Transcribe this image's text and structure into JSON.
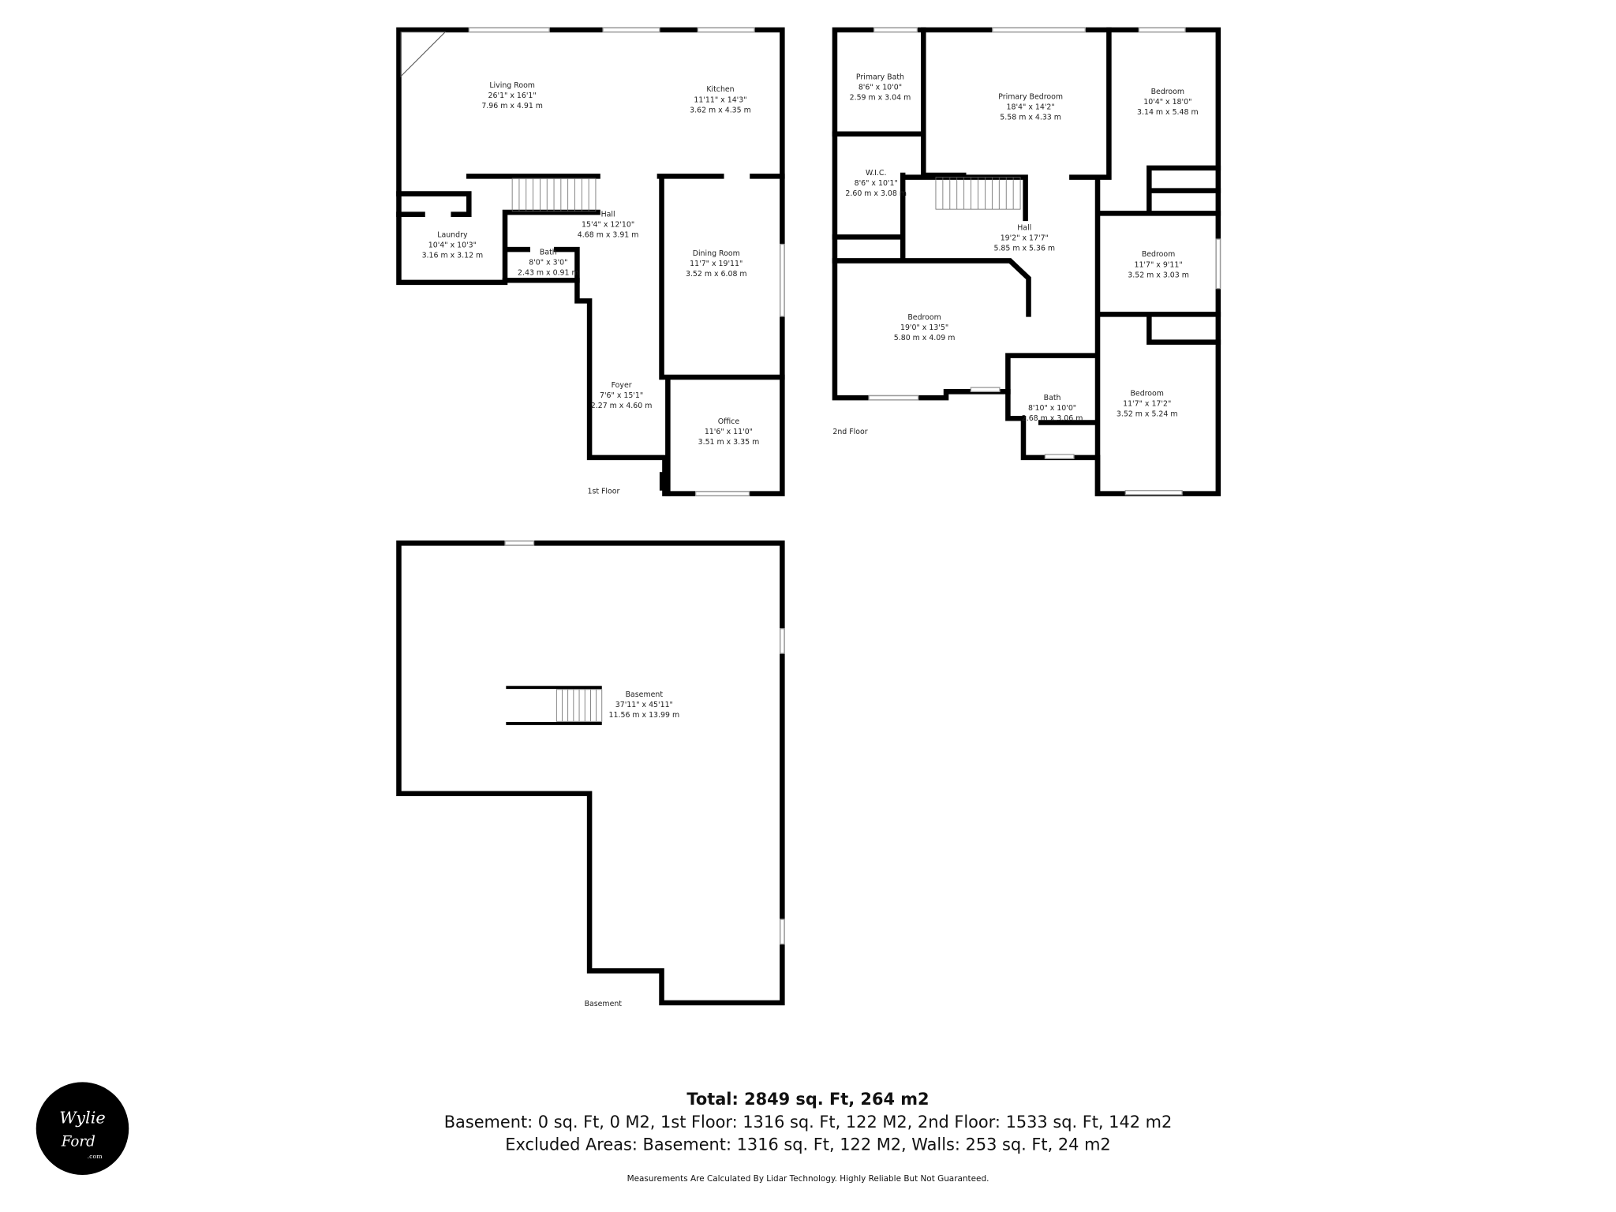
{
  "floors": {
    "first": {
      "label": "1st Floor",
      "rooms": [
        {
          "name": "Living Room",
          "imperial": "26'1\" x 16'1\"",
          "metric": "7.96 m x 4.91 m"
        },
        {
          "name": "Kitchen",
          "imperial": "11'11\" x 14'3\"",
          "metric": "3.62 m x 4.35 m"
        },
        {
          "name": "Laundry",
          "imperial": "10'4\" x 10'3\"",
          "metric": "3.16 m x 3.12 m"
        },
        {
          "name": "Hall",
          "imperial": "15'4\" x 12'10\"",
          "metric": "4.68 m x 3.91 m"
        },
        {
          "name": "Bath",
          "imperial": "8'0\" x 3'0\"",
          "metric": "2.43 m x 0.91 m"
        },
        {
          "name": "Dining Room",
          "imperial": "11'7\" x 19'11\"",
          "metric": "3.52 m x 6.08 m"
        },
        {
          "name": "Foyer",
          "imperial": "7'6\" x 15'1\"",
          "metric": "2.27 m x 4.60 m"
        },
        {
          "name": "Office",
          "imperial": "11'6\" x 11'0\"",
          "metric": "3.51 m x 3.35 m"
        }
      ]
    },
    "second": {
      "label": "2nd Floor",
      "rooms": [
        {
          "name": "Primary Bath",
          "imperial": "8'6\" x 10'0\"",
          "metric": "2.59 m x 3.04 m"
        },
        {
          "name": "Primary Bedroom",
          "imperial": "18'4\" x 14'2\"",
          "metric": "5.58 m x 4.33 m"
        },
        {
          "name": "Bedroom",
          "imperial": "10'4\" x 18'0\"",
          "metric": "3.14 m x 5.48 m"
        },
        {
          "name": "W.I.C.",
          "imperial": "8'6\" x 10'1\"",
          "metric": "2.60 m x 3.08 m"
        },
        {
          "name": "Hall",
          "imperial": "19'2\" x 17'7\"",
          "metric": "5.85 m x 5.36 m"
        },
        {
          "name": "Bedroom",
          "imperial": "11'7\" x 9'11\"",
          "metric": "3.52 m x 3.03 m"
        },
        {
          "name": "Bedroom",
          "imperial": "19'0\" x 13'5\"",
          "metric": "5.80 m x 4.09 m"
        },
        {
          "name": "Bath",
          "imperial": "8'10\" x 10'0\"",
          "metric": "2.68 m x 3.06 m"
        },
        {
          "name": "Bedroom",
          "imperial": "11'7\" x 17'2\"",
          "metric": "3.52 m x 5.24 m"
        }
      ]
    },
    "basement": {
      "label": "Basement",
      "rooms": [
        {
          "name": "Basement",
          "imperial": "37'11\" x 45'11\"",
          "metric": "11.56 m x 13.99 m"
        }
      ]
    }
  },
  "summary": {
    "total": "Total: 2849 sq. Ft, 264 m2",
    "breakdown": "Basement: 0 sq. Ft, 0 M2, 1st Floor: 1316 sq. Ft, 122 M2, 2nd Floor: 1533 sq. Ft, 142 m2",
    "excluded": "Excluded Areas: Basement: 1316 sq. Ft, 122 M2, Walls: 253 sq. Ft, 24 m2",
    "disclaimer": "Measurements Are Calculated By Lidar Technology. Highly Reliable But Not Guaranteed."
  },
  "logo": {
    "text": "Wylie Ford .com",
    "color": "#000000"
  }
}
